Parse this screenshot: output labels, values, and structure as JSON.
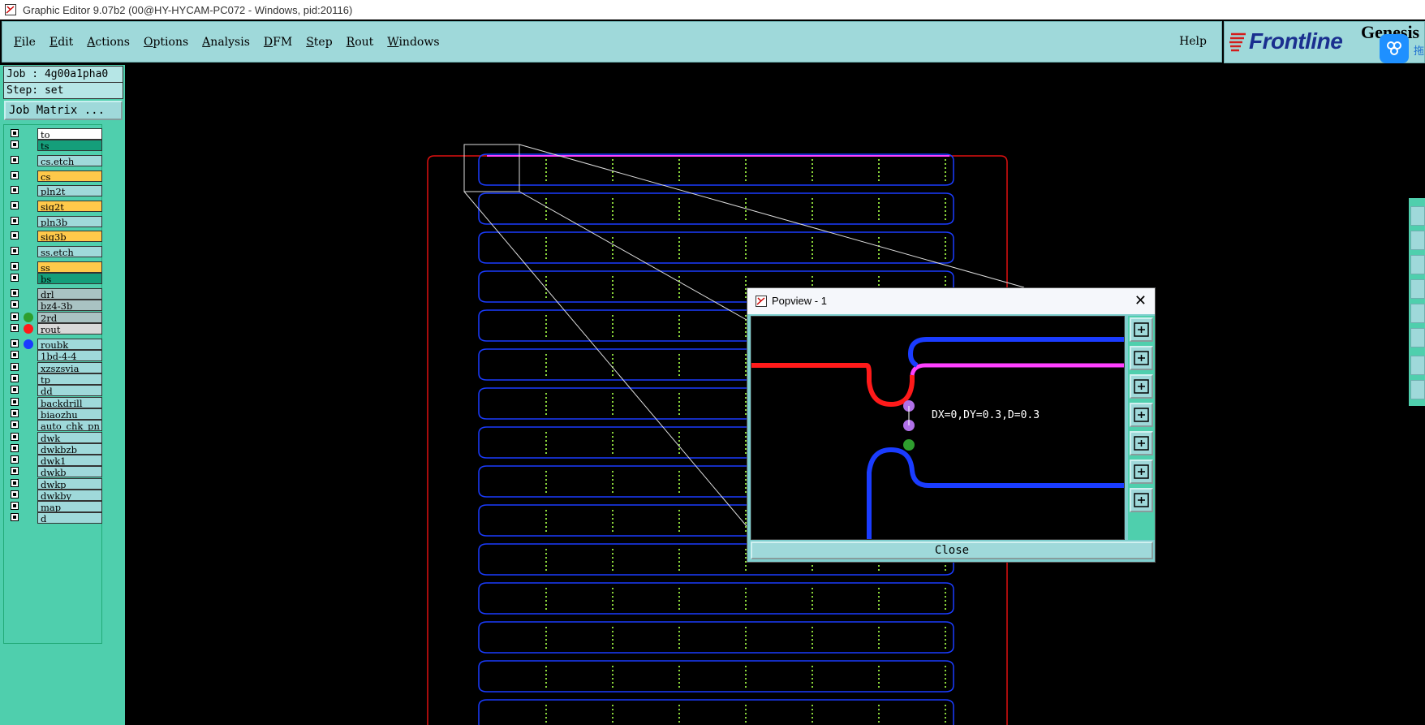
{
  "window": {
    "title": "Graphic Editor 9.07b2 (00@HY-HYCAM-PC072 - Windows, pid:20116)"
  },
  "menu": {
    "items": [
      {
        "label": "File",
        "ul": "F",
        "rest": "ile"
      },
      {
        "label": "Edit",
        "ul": "E",
        "rest": "dit"
      },
      {
        "label": "Actions",
        "ul": "A",
        "rest": "ctions"
      },
      {
        "label": "Options",
        "ul": "O",
        "rest": "ptions"
      },
      {
        "label": "Analysis",
        "ul": "A",
        "rest": "nalysis"
      },
      {
        "label": "DFM",
        "ul": "D",
        "rest": "FM"
      },
      {
        "label": "Step",
        "ul": "S",
        "rest": "tep"
      },
      {
        "label": "Rout",
        "ul": "R",
        "rest": "out"
      },
      {
        "label": "Windows",
        "ul": "W",
        "rest": "indows"
      }
    ],
    "help": "Help"
  },
  "brand": {
    "logo": "Frontline",
    "product": "Genesis",
    "side_text": "拖"
  },
  "job": {
    "job_line": "Job : 4g00a1pha0",
    "step_line": "Step: set",
    "matrix_button": "Job Matrix ..."
  },
  "layers": [
    {
      "name": "to",
      "color": "#ffffff",
      "dot": ""
    },
    {
      "name": "ts",
      "color": "#159e7a",
      "dot": ""
    },
    {
      "name": "cs.etch",
      "color": "#9fd9da",
      "dot": ""
    },
    {
      "name": "cs",
      "color": "#ffc94a",
      "dot": ""
    },
    {
      "name": "pln2t",
      "color": "#9fd9da",
      "dot": ""
    },
    {
      "name": "sig2t",
      "color": "#ffc94a",
      "dot": ""
    },
    {
      "name": "pln3b",
      "color": "#9fd9da",
      "dot": ""
    },
    {
      "name": "sig3b",
      "color": "#ffc94a",
      "dot": ""
    },
    {
      "name": "ss.etch",
      "color": "#9fd9da",
      "dot": ""
    },
    {
      "name": "ss",
      "color": "#ffc94a",
      "dot": ""
    },
    {
      "name": "bs",
      "color": "#159e7a",
      "dot": ""
    },
    {
      "name": "drl",
      "color": "#a9c3c3",
      "dot": ""
    },
    {
      "name": "bz4-3b",
      "color": "#a9c3c3",
      "dot": ""
    },
    {
      "name": "2rd",
      "color": "#a9c3c3",
      "dot": "#2e9e2e"
    },
    {
      "name": "rout",
      "color": "#d8d8d8",
      "dot": "#ff1a1a"
    },
    {
      "name": "roubk",
      "color": "#9fd9da",
      "dot": "#1a3cff"
    },
    {
      "name": "1bd-4-4",
      "color": "#9fd9da",
      "dot": ""
    },
    {
      "name": "xzszsvia",
      "color": "#9fd9da",
      "dot": ""
    },
    {
      "name": "tp",
      "color": "#9fd9da",
      "dot": ""
    },
    {
      "name": "dd",
      "color": "#9fd9da",
      "dot": ""
    },
    {
      "name": "backdrill",
      "color": "#9fd9da",
      "dot": ""
    },
    {
      "name": "biaozhu",
      "color": "#9fd9da",
      "dot": ""
    },
    {
      "name": "auto_chk_pn",
      "color": "#9fd9da",
      "dot": ""
    },
    {
      "name": "dwk",
      "color": "#9fd9da",
      "dot": ""
    },
    {
      "name": "dwkbzb",
      "color": "#9fd9da",
      "dot": ""
    },
    {
      "name": "dwk1",
      "color": "#9fd9da",
      "dot": ""
    },
    {
      "name": "dwkb",
      "color": "#9fd9da",
      "dot": ""
    },
    {
      "name": "dwkp",
      "color": "#9fd9da",
      "dot": ""
    },
    {
      "name": "dwkby",
      "color": "#9fd9da",
      "dot": ""
    },
    {
      "name": "map",
      "color": "#9fd9da",
      "dot": ""
    },
    {
      "name": "d",
      "color": "#9fd9da",
      "dot": ""
    }
  ],
  "popview": {
    "title": "Popview - 1",
    "measurement": "DX=0,DY=0.3,D=0.3",
    "close_label": "Close",
    "tools": [
      "zoom-window-icon",
      "pan-up-icon",
      "pan-down-icon",
      "pan-left-icon",
      "pan-right-icon",
      "zoom-fit-icon",
      "zoom-out-icon"
    ]
  },
  "colors": {
    "panel": "#9fd9da",
    "teal": "#4fcfad",
    "rout": "#ff1a1a",
    "roubk": "#1a3cff",
    "ts": "#ff40ff"
  }
}
